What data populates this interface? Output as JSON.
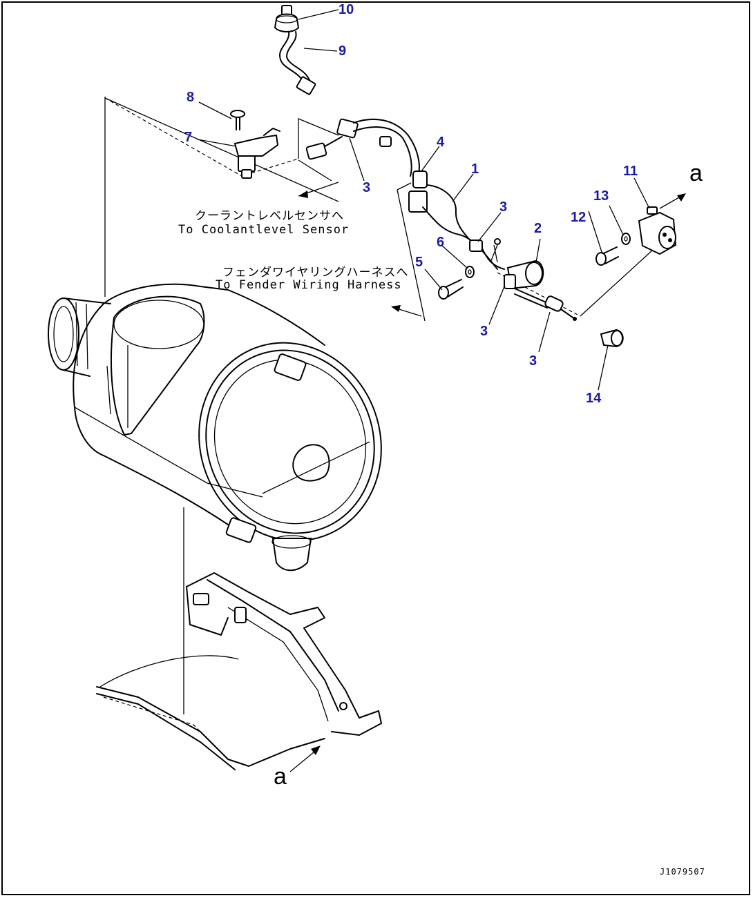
{
  "parts": {
    "p1": "1",
    "p2": "2",
    "p3a": "3",
    "p3b": "3",
    "p3c": "3",
    "p3d": "3",
    "p4": "4",
    "p5": "5",
    "p6": "6",
    "p7": "7",
    "p8": "8",
    "p9": "9",
    "p10": "10",
    "p11": "11",
    "p12": "12",
    "p13": "13",
    "p14": "14"
  },
  "notes": {
    "coolant_jp": "クーラントレベルセンサへ",
    "coolant_en": "To Coolantlevel Sensor",
    "fender_jp": "フェンダワイヤリングハーネスへ",
    "fender_en": "To Fender Wiring Harness"
  },
  "view_labels": {
    "top": "a",
    "bottom": "a"
  },
  "drawing_code": "J1079507",
  "colors": {
    "part_number": "#1a1aa6",
    "lines": "#000000",
    "background": "#ffffff"
  }
}
